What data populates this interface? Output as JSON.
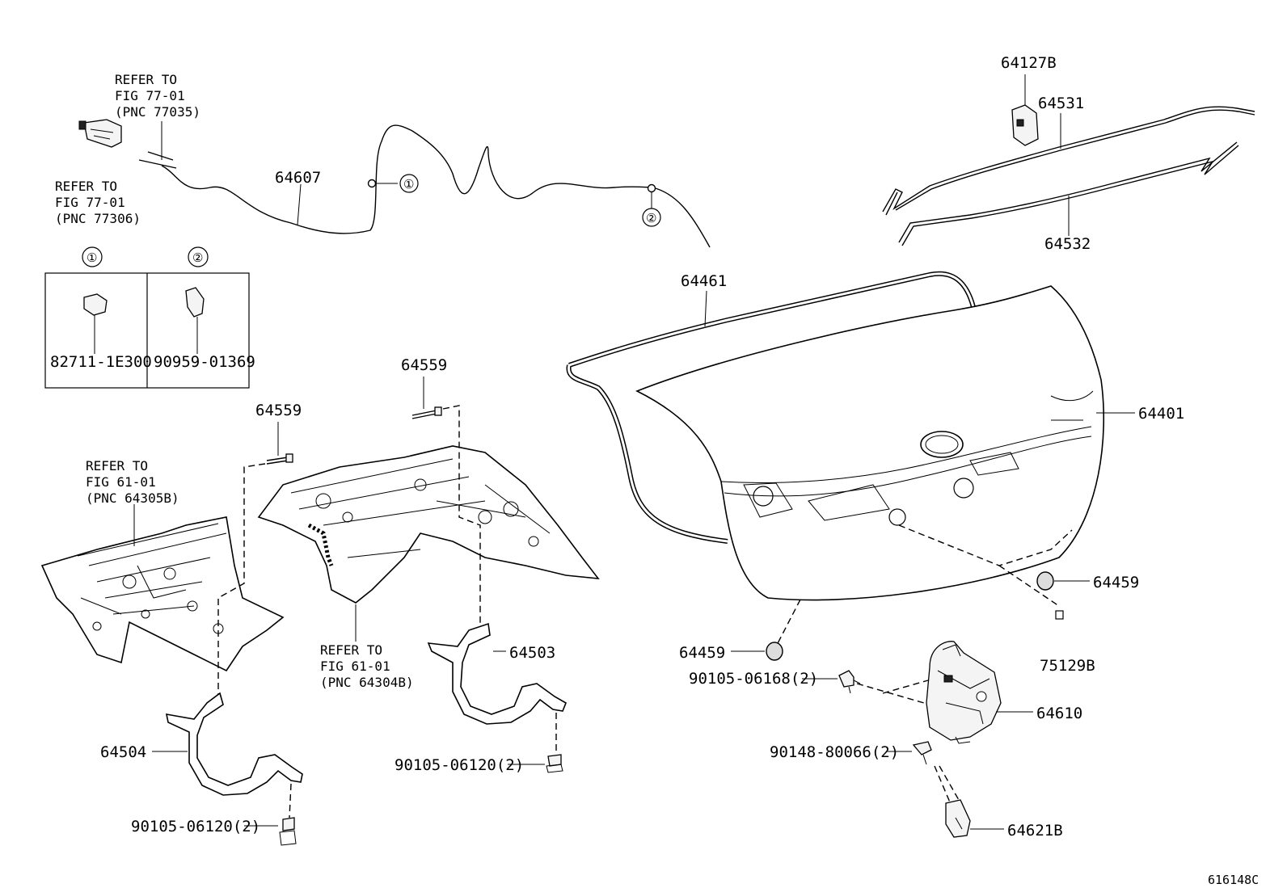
{
  "diagram": {
    "figure_id": "616148C",
    "labels": {
      "p64607": "64607",
      "p64127B": "64127B",
      "p64531": "64531",
      "p64532": "64532",
      "p64461": "64461",
      "p64401": "64401",
      "p64459_right": "64459",
      "p64459_bottom": "64459",
      "p75129B": "75129B",
      "p90105_06168": "90105-06168(2)",
      "p64610": "64610",
      "p90148_80066": "90148-80066(2)",
      "p64621B": "64621B",
      "p64559_left": "64559",
      "p64559_right": "64559",
      "p64503": "64503",
      "p64504": "64504",
      "p90105_06120_mid": "90105-06120(2)",
      "p90105_06120_left": "90105-06120(2)",
      "p82711": "82711-1E300",
      "p90959": "90959-01369",
      "callout1": "①",
      "callout2": "②",
      "callout1_inline": "①",
      "callout2_inline": "②"
    },
    "references": {
      "ref_77035": [
        "REFER TO",
        "FIG 77-01",
        "(PNC 77035)"
      ],
      "ref_77306": [
        "REFER TO",
        "FIG 77-01",
        "(PNC 77306)"
      ],
      "ref_64305B": [
        "REFER TO",
        "FIG 61-01",
        "(PNC 64305B)"
      ],
      "ref_64304B": [
        "REFER TO",
        "FIG 61-01",
        "(PNC 64304B)"
      ]
    }
  }
}
